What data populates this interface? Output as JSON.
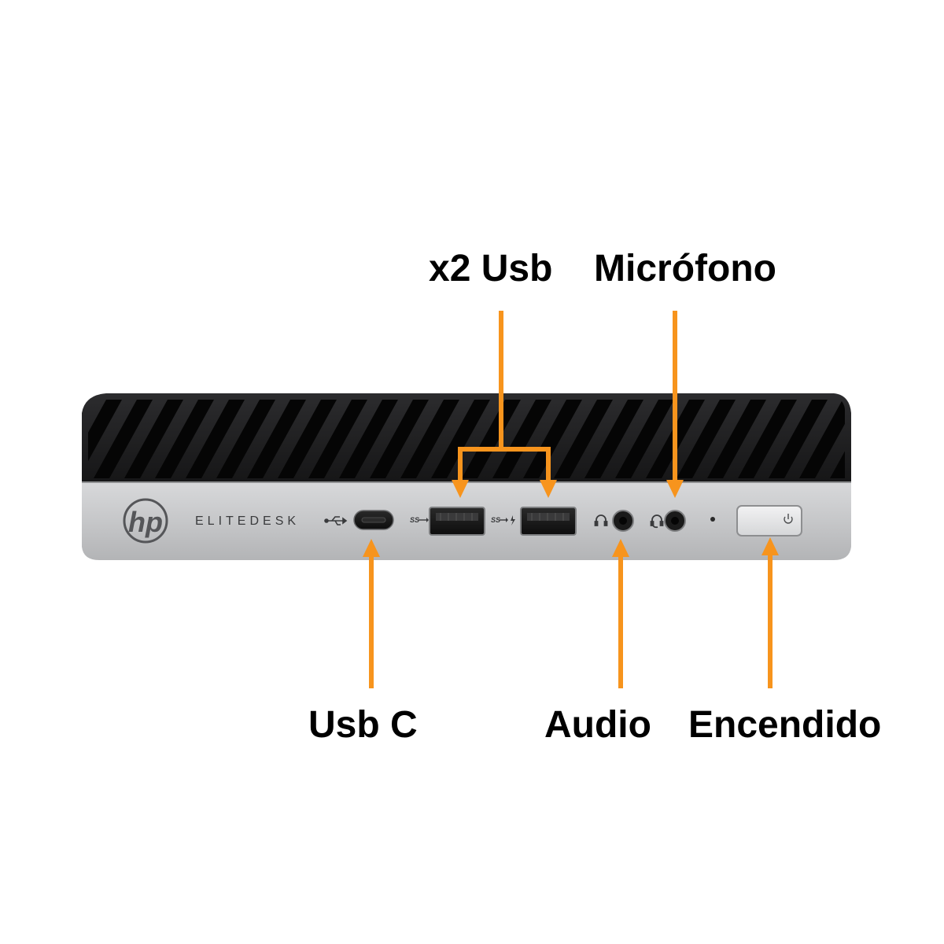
{
  "labels": {
    "usb_pair": "x2 Usb",
    "microphone": "Micrófono",
    "usb_c": "Usb C",
    "audio": "Audio",
    "power": "Encendido"
  },
  "device": {
    "brand_logo_text": "hp",
    "model_text": "ELITEDESK"
  },
  "colors": {
    "callout": "#F7941D",
    "chassis_top": "#1E1E20",
    "front_panel": "#C9CACC",
    "text": "#000000"
  },
  "icons": [
    "usb-icon",
    "usb-superspeed-icon",
    "usb-superspeed-charging-icon",
    "headphone-icon",
    "headset-icon",
    "power-icon",
    "hp-logo-icon"
  ]
}
